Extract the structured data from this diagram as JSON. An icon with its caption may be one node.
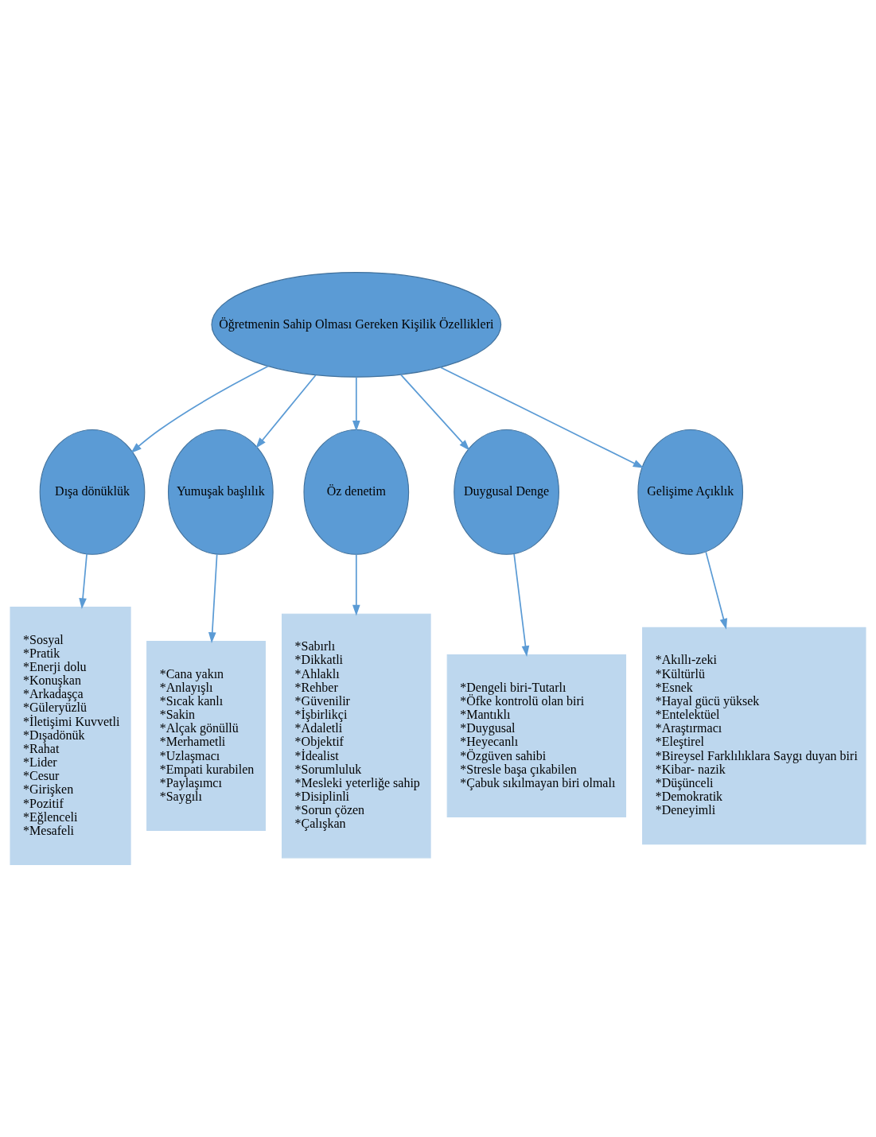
{
  "diagram": {
    "nodes": [
      {
        "text": [
          "Öğretmenin Sahip Olması Gereken Kişilik Özellikleri"
        ]
      },
      {
        "text": [
          "Dışa dönüklük"
        ]
      },
      {
        "text": [
          "Yumuşak başlılık"
        ]
      },
      {
        "text": [
          "Öz denetim"
        ]
      },
      {
        "text": [
          "Duygusal Denge"
        ]
      },
      {
        "text": [
          "Gelişime Açıklık"
        ]
      },
      {
        "text": [
          "*Sosyal",
          "*Pratik",
          "*Enerji dolu",
          "*Konuşkan",
          "*Arkadaşça",
          "*Güleryüzlü",
          "*İletişimi Kuvvetli",
          "*Dışadönük",
          "*Rahat",
          "*Lider",
          "*Cesur",
          "*Girişken",
          "*Pozitif",
          "*Eğlenceli",
          "*Mesafeli"
        ]
      },
      {
        "text": [
          "*Cana yakın",
          "*Anlayışlı",
          "*Sıcak kanlı",
          "*Sakin",
          "*Alçak gönüllü",
          "*Merhametli",
          "*Uzlaşmacı",
          "*Empati kurabilen",
          "*Paylaşımcı",
          "*Saygılı"
        ]
      },
      {
        "text": [
          "*Sabırlı",
          "*Dikkatli",
          "*Ahlaklı",
          "*Rehber",
          "*Güvenilir",
          "*İşbirlikçi",
          "*Adaletli",
          "*Objektif",
          "*İdealist",
          "*Sorumluluk",
          "*Mesleki yeterliğe sahip",
          "*Disiplinli",
          "*Sorun çözen",
          "*Çalışkan"
        ]
      },
      {
        "text": [
          "*Dengeli biri-Tutarlı",
          "*Öfke kontrolü olan biri",
          "*Mantıklı",
          "*Duygusal",
          "*Heyecanlı",
          "*Özgüven sahibi",
          "*Stresle başa çıkabilen",
          "*Çabuk sıkılmayan biri olmalı"
        ]
      },
      {
        "text": [
          "*Akıllı-zeki",
          "*Kültürlü",
          "*Esnek",
          "*Hayal gücü yüksek",
          "*Entelektüel",
          "*Araştırmacı",
          "*Eleştirel",
          "*Bireysel Farklılıklara Saygı duyan biri",
          "*Kibar- nazik",
          "*Düşünceli",
          "*Demokratik",
          "*Deneyimli"
        ]
      }
    ],
    "edges": [
      {
        "from": 0,
        "to": 1,
        "arrow": "to"
      },
      {
        "from": 0,
        "to": 2,
        "arrow": "to"
      },
      {
        "from": 0,
        "to": 3,
        "arrow": "to"
      },
      {
        "from": 0,
        "to": 4,
        "arrow": "to"
      },
      {
        "from": 0,
        "to": 5,
        "arrow": "to"
      },
      {
        "from": 1,
        "to": 6,
        "arrow": "to"
      },
      {
        "from": 2,
        "to": 7,
        "arrow": "to"
      },
      {
        "from": 3,
        "to": 8,
        "arrow": "to"
      },
      {
        "from": 4,
        "to": 9,
        "arrow": "to"
      },
      {
        "from": 5,
        "to": 10,
        "arrow": "to"
      }
    ]
  }
}
